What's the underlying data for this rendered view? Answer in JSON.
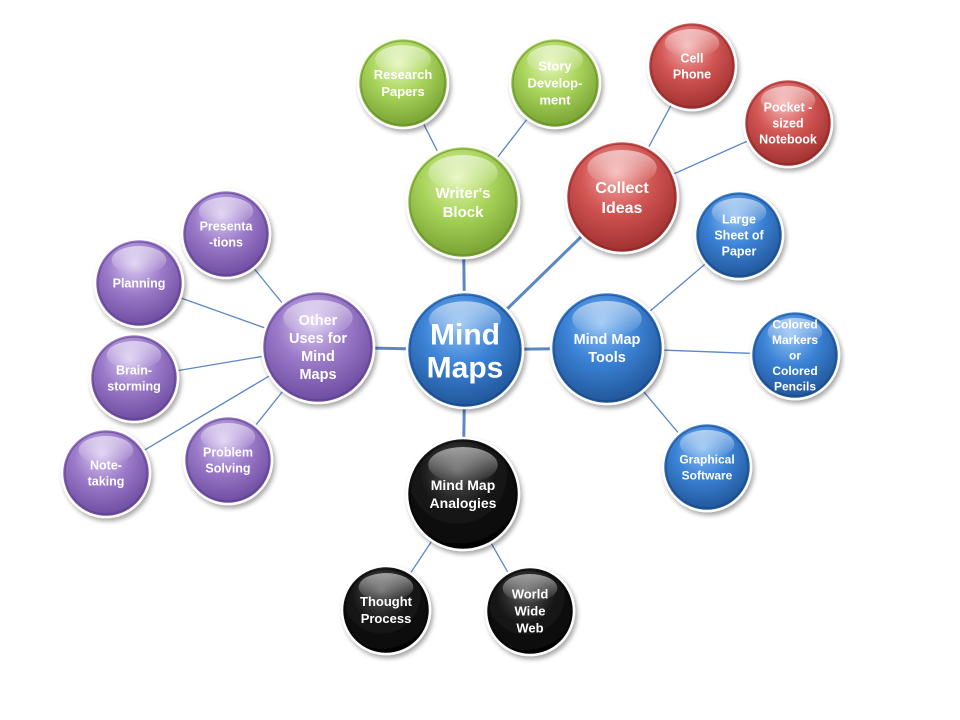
{
  "colors": {
    "blue": "#2e6fbd",
    "green": "#9ac34f",
    "red": "#c94a49",
    "purple": "#8e6bbf",
    "black": "#0f0f0f",
    "connector": "#5b87c5"
  },
  "nodes": {
    "center": {
      "lines": [
        "Mind",
        "Maps"
      ],
      "color": "blue"
    },
    "writers_block": {
      "lines": [
        "Writer's",
        "Block"
      ],
      "color": "green"
    },
    "research_papers": {
      "lines": [
        "Research",
        "Papers"
      ],
      "color": "green"
    },
    "story_development": {
      "lines": [
        "Story",
        "Develop-",
        "ment"
      ],
      "color": "green"
    },
    "collect_ideas": {
      "lines": [
        "Collect",
        "Ideas"
      ],
      "color": "red"
    },
    "cell_phone": {
      "lines": [
        "Cell",
        "Phone"
      ],
      "color": "red"
    },
    "pocket_notebook": {
      "lines": [
        "Pocket -",
        "sized",
        "Notebook"
      ],
      "color": "red"
    },
    "mind_map_tools": {
      "lines": [
        "Mind Map",
        "Tools"
      ],
      "color": "blue"
    },
    "large_sheet": {
      "lines": [
        "Large",
        "Sheet of",
        "Paper"
      ],
      "color": "blue"
    },
    "colored_markers": {
      "lines": [
        "Colored",
        "Markers",
        "or",
        "Colored",
        "Pencils"
      ],
      "color": "blue"
    },
    "graphical_software": {
      "lines": [
        "Graphical",
        "Software"
      ],
      "color": "blue"
    },
    "analogies": {
      "lines": [
        "Mind Map",
        "Analogies"
      ],
      "color": "black"
    },
    "thought_process": {
      "lines": [
        "Thought",
        "Process"
      ],
      "color": "black"
    },
    "world_wide_web": {
      "lines": [
        "World",
        "Wide",
        "Web"
      ],
      "color": "black"
    },
    "other_uses": {
      "lines": [
        "Other",
        "Uses for",
        "Mind",
        "Maps"
      ],
      "color": "purple"
    },
    "presentations": {
      "lines": [
        "Presenta",
        "-tions"
      ],
      "color": "purple"
    },
    "planning": {
      "lines": [
        "Planning"
      ],
      "color": "purple"
    },
    "brainstorming": {
      "lines": [
        "Brain-",
        "storming"
      ],
      "color": "purple"
    },
    "note_taking": {
      "lines": [
        "Note-",
        "taking"
      ],
      "color": "purple"
    },
    "problem_solving": {
      "lines": [
        "Problem",
        "Solving"
      ],
      "color": "purple"
    }
  },
  "edges": [
    [
      "center",
      "writers_block"
    ],
    [
      "center",
      "collect_ideas"
    ],
    [
      "center",
      "mind_map_tools"
    ],
    [
      "center",
      "analogies"
    ],
    [
      "center",
      "other_uses"
    ],
    [
      "writers_block",
      "research_papers"
    ],
    [
      "writers_block",
      "story_development"
    ],
    [
      "collect_ideas",
      "cell_phone"
    ],
    [
      "collect_ideas",
      "pocket_notebook"
    ],
    [
      "mind_map_tools",
      "large_sheet"
    ],
    [
      "mind_map_tools",
      "colored_markers"
    ],
    [
      "mind_map_tools",
      "graphical_software"
    ],
    [
      "analogies",
      "thought_process"
    ],
    [
      "analogies",
      "world_wide_web"
    ],
    [
      "other_uses",
      "presentations"
    ],
    [
      "other_uses",
      "planning"
    ],
    [
      "other_uses",
      "brainstorming"
    ],
    [
      "other_uses",
      "note_taking"
    ],
    [
      "other_uses",
      "problem_solving"
    ]
  ]
}
